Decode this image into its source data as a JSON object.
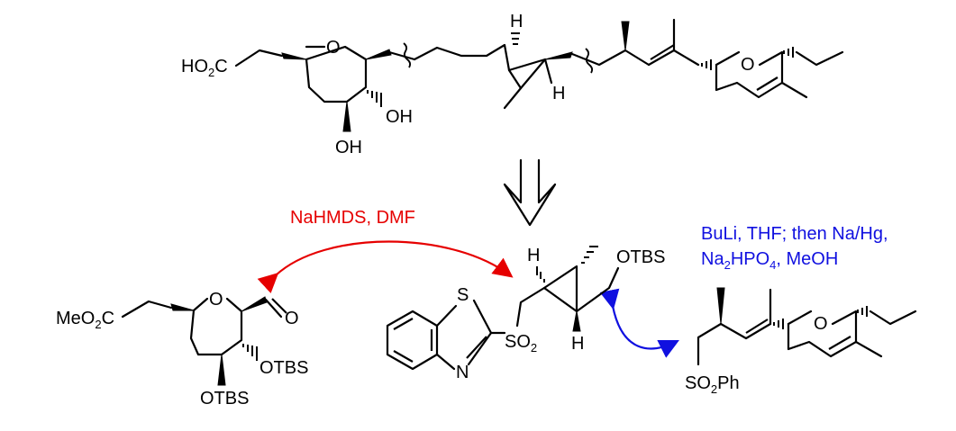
{
  "target": {
    "acid_label": "HO2C",
    "ring_oxygen_1": "O",
    "ring_oxygen_2": "O",
    "hydroxyl_1": "OH",
    "hydroxyl_2": "OH",
    "h_top": "H",
    "h_bottom": "H"
  },
  "retrosynthesis_arrow": "double-arrow-down",
  "reagents": {
    "red": "NaHMDS, DMF",
    "blue_line1": "BuLi, THF; then Na/Hg,",
    "blue_line2": "Na2HPO4, MeOH"
  },
  "fragments": {
    "aldehyde": {
      "ester_label": "MeO2C",
      "ring_oxygen": "O",
      "carbonyl_oxygen": "O",
      "otbs_1": "OTBS",
      "otbs_2": "OTBS"
    },
    "sulfone": {
      "thiazole_s": "S",
      "thiazole_n": "N",
      "so2_label": "SO2",
      "h_top": "H",
      "h_bottom": "H",
      "otbs": "OTBS"
    },
    "phenylsulfone": {
      "so2ph_label": "SO2Ph",
      "ring_oxygen": "O"
    }
  },
  "colors": {
    "red": "#e60000",
    "blue": "#1010e0"
  }
}
